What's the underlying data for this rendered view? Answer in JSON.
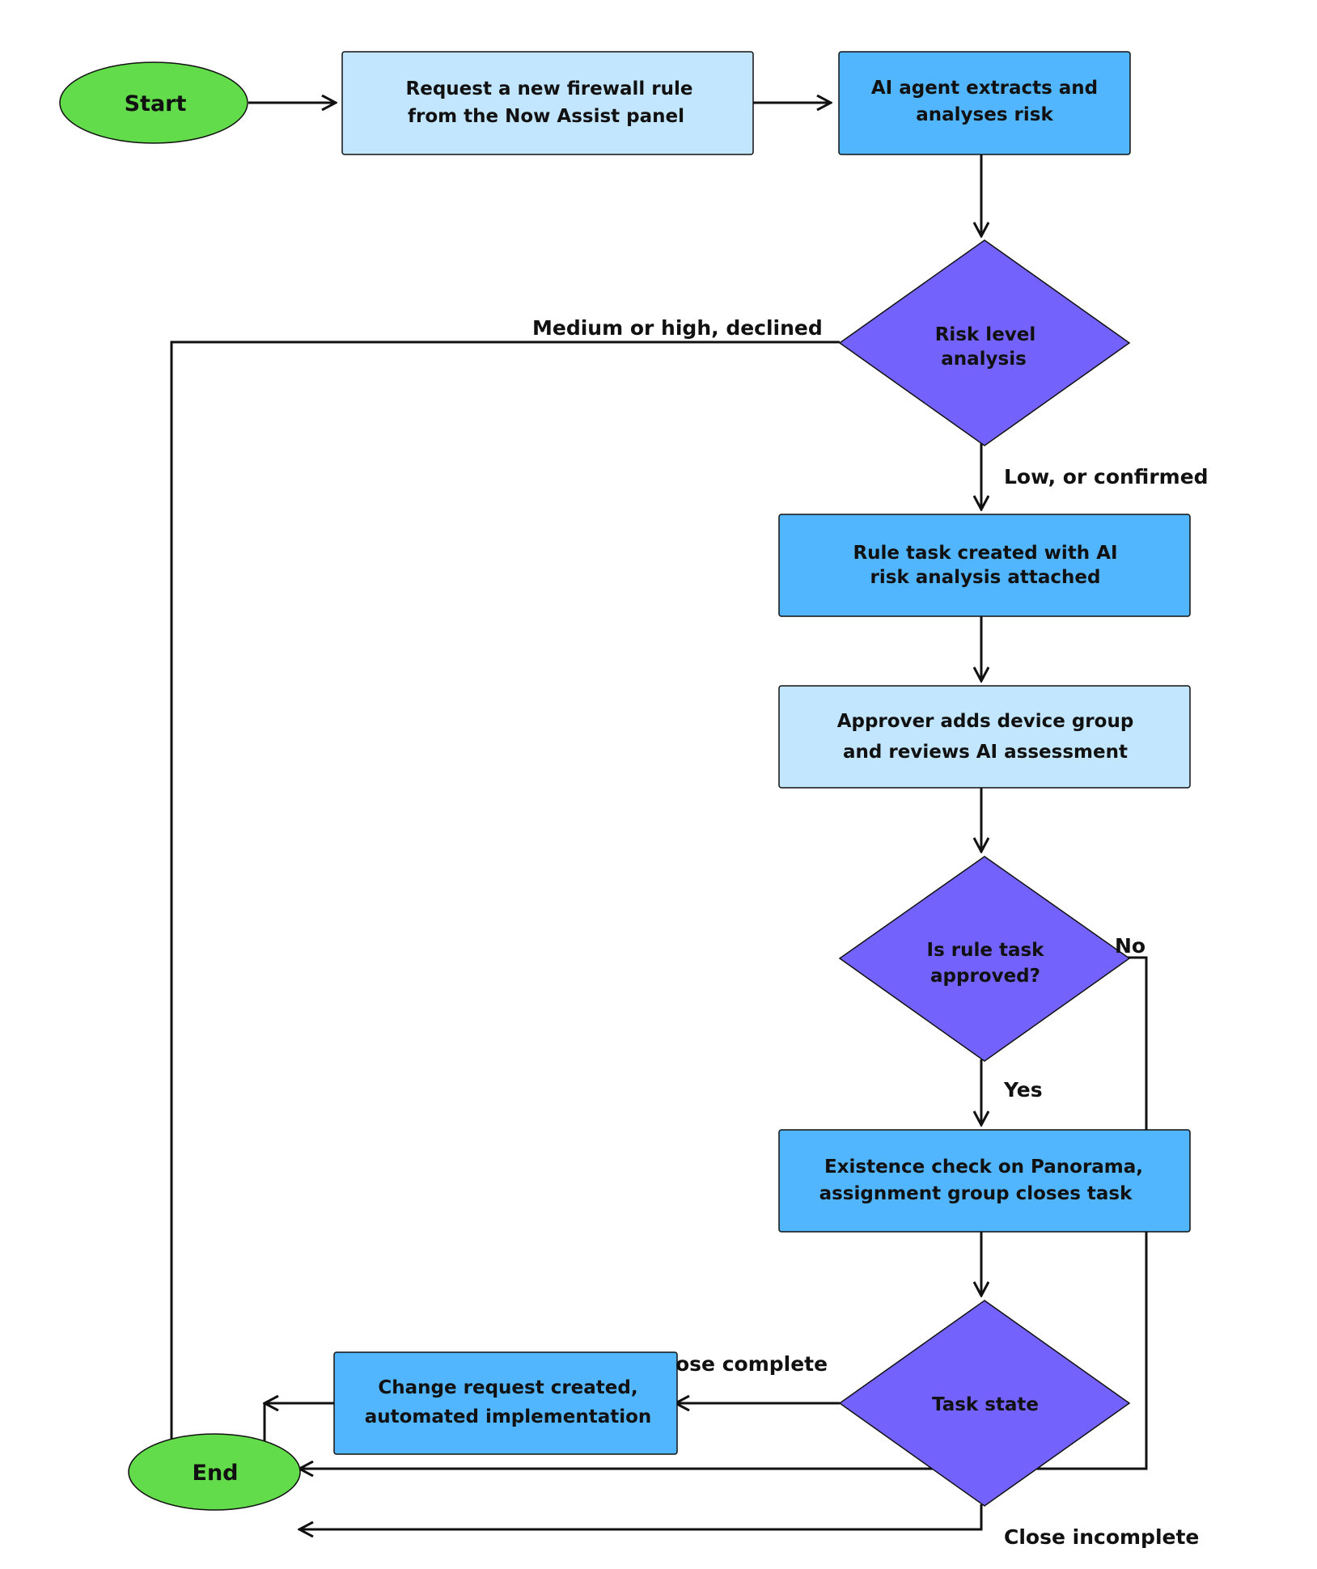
{
  "colors": {
    "terminal": "#62DC4A",
    "step_light": "#C3E6FF",
    "step_dark": "#52B6FE",
    "decision": "#7462FC",
    "line": "#111111"
  },
  "nodes": {
    "start": {
      "label": "Start"
    },
    "request": {
      "line1": "Request a new firewall rule",
      "line2": "from the Now Assist panel"
    },
    "ai_agent": {
      "line1": "AI agent extracts and",
      "line2": "analyses risk"
    },
    "risk_level": {
      "line1": "Risk level",
      "line2": "analysis"
    },
    "rule_task": {
      "line1": "Rule task created with AI",
      "line2": "risk analysis attached"
    },
    "approver": {
      "line1": "Approver adds device group",
      "line2": "and reviews AI assessment"
    },
    "approved": {
      "line1": "Is rule task",
      "line2": "approved?"
    },
    "existence": {
      "line1": "Existence check on Panorama,",
      "line2": "assignment group closes task"
    },
    "task_state": {
      "label": "Task state"
    },
    "change_request": {
      "line1": "Change request created,",
      "line2": "automated implementation"
    },
    "end": {
      "label": "End"
    }
  },
  "edges": {
    "medium_high": "Medium or high, declined",
    "low_confirmed": "Low, or confirmed",
    "no": "No",
    "yes": "Yes",
    "close_complete": "ose complete",
    "close_incomplete": "Close incomplete"
  }
}
